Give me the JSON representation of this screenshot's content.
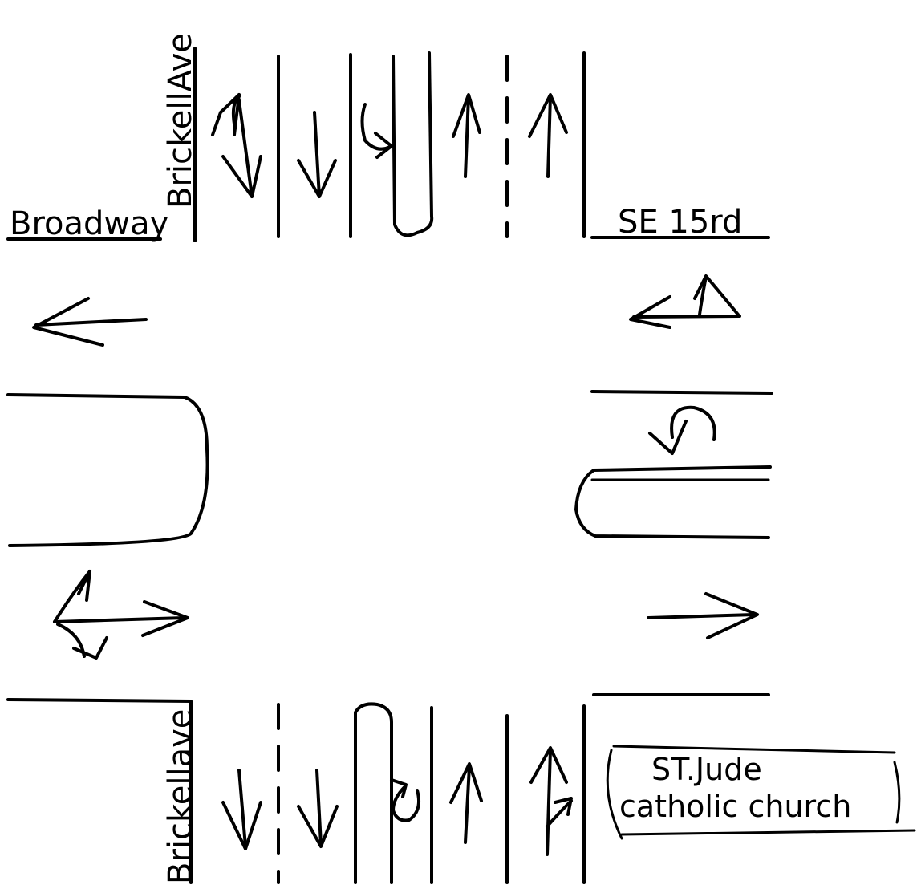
{
  "streets": {
    "north_label": "BrickellAve",
    "west_label": "Broadway",
    "east_label": "SE 15rd",
    "south_label": "Brickellave"
  },
  "landmark": {
    "line1": "ST.Jude",
    "line2": "catholic church"
  }
}
